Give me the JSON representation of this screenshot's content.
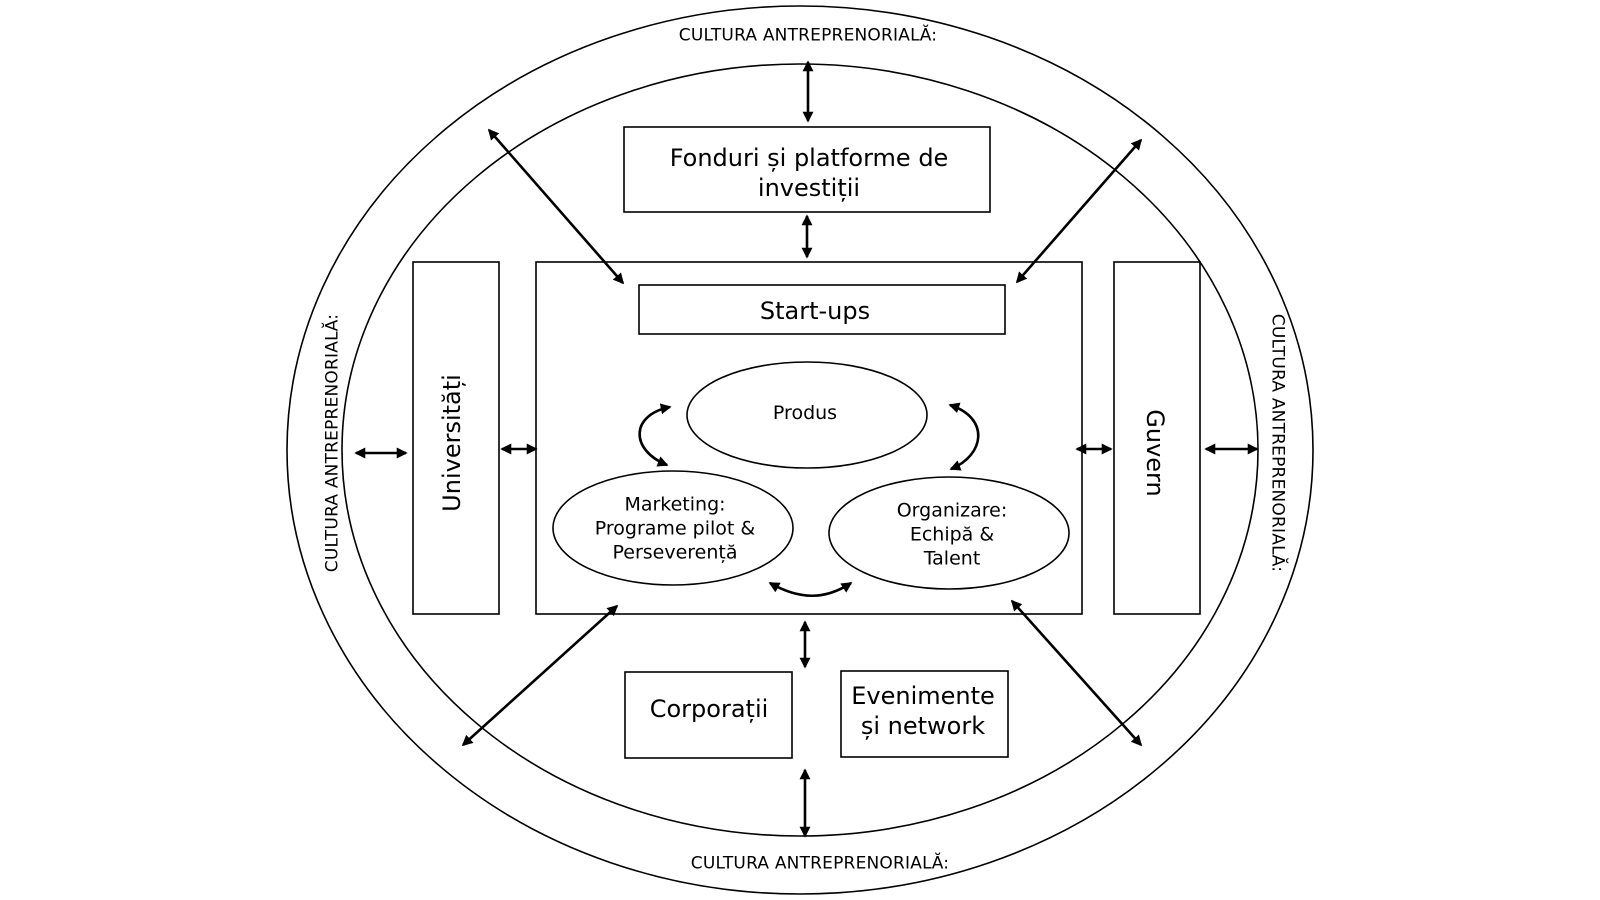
{
  "culture": {
    "top": "CULTURA ANTREPRENORIALĂ:",
    "bottom": "CULTURA ANTREPRENORIALĂ:",
    "left": "CULTURA  ANTREPRENORIALĂ:",
    "right": "CULTURA ANTREPRENORIALĂ:"
  },
  "nodes": {
    "funds": [
      "Fonduri și platforme de",
      "investiții"
    ],
    "startups": "Start-ups",
    "universities": "Universități",
    "government": "Guvern",
    "corporations": "Corporații",
    "events": [
      "Evenimente",
      "și network"
    ],
    "product": "Produs",
    "marketing": [
      "Marketing:",
      "Programe pilot &",
      "Perseverență"
    ],
    "organization": [
      "Organizare:",
      "Echipă &",
      "Talent"
    ]
  }
}
